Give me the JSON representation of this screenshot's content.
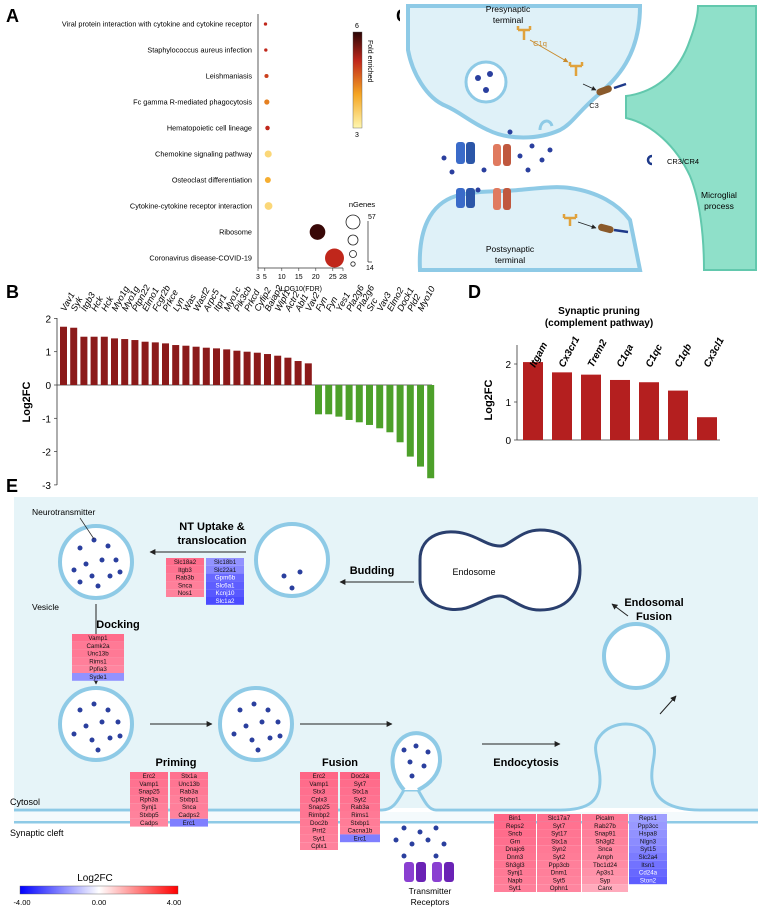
{
  "panels": {
    "a": "A",
    "b": "B",
    "c": "C",
    "d": "D",
    "e": "E"
  },
  "chart_data": [
    {
      "type": "scatter",
      "panel": "A",
      "categories": [
        "Viral protein interaction with cytokine and cytokine receptor",
        "Staphylococcus aureus infection",
        "Leishmaniasis",
        "Fc gamma R-mediated phagocytosis",
        "Hematopoietic cell lineage",
        "Chemokine signaling pathway",
        "Osteoclast differentiation",
        "Cytokine-cytokine receptor interaction",
        "Ribosome",
        "Coronavirus disease-COVID-19"
      ],
      "x": [
        5.2,
        5.3,
        5.5,
        5.6,
        5.8,
        6.0,
        5.9,
        6.1,
        20.5,
        25.5
      ],
      "fold": [
        5.0,
        5.0,
        4.8,
        4.3,
        5.0,
        3.4,
        3.9,
        3.4,
        5.9,
        5.0
      ],
      "size": [
        15,
        15,
        17,
        20,
        18,
        25,
        22,
        27,
        48,
        57
      ],
      "xlabel": "-LOG10(FDR)",
      "xticks": [
        3,
        5,
        10,
        15,
        20,
        25,
        28
      ],
      "xlim": [
        3,
        28
      ],
      "colorbar": {
        "title": "Fold enriched",
        "min": "3",
        "max": "6"
      },
      "size_legend": {
        "title": "nGenes",
        "max": "57",
        "min": "14"
      }
    },
    {
      "type": "bar",
      "panel": "B",
      "categories": [
        "Vav1",
        "Syk",
        "Itgb3",
        "Hck",
        "Hck",
        "Myo1g",
        "Myo1g",
        "Ptpn22",
        "Elmo1",
        "Fcgr2b",
        "Prkce",
        "Lyn",
        "Was",
        "Wasf2",
        "Arpc5",
        "Itpr1",
        "Myo1c",
        "Pik3cb",
        "Prkcd",
        "Cyfip2",
        "Baiap2",
        "Wipf1",
        "Actr2",
        "Abl1",
        "Vav2",
        "Fyn",
        "Fyn",
        "Yes1",
        "Pla2g6",
        "Pla2g6",
        "Src",
        "Vav3",
        "Elmo2",
        "Dock1",
        "Pld2",
        "Myo10"
      ],
      "values": [
        1.75,
        1.72,
        1.45,
        1.45,
        1.45,
        1.4,
        1.38,
        1.35,
        1.3,
        1.28,
        1.25,
        1.2,
        1.18,
        1.15,
        1.12,
        1.1,
        1.07,
        1.03,
        1.0,
        0.97,
        0.93,
        0.88,
        0.82,
        0.72,
        0.65,
        -0.88,
        -0.88,
        -0.95,
        -1.05,
        -1.12,
        -1.2,
        -1.3,
        -1.42,
        -1.72,
        -2.15,
        -2.45,
        -2.8
      ],
      "ylabel": "Log2FC",
      "yticks": [
        "2",
        "1",
        "0",
        "-1",
        "-2",
        "-3"
      ],
      "ylim": [
        -3,
        2
      ]
    },
    {
      "type": "bar",
      "panel": "D",
      "title": "Synaptic pruning\n(complement pathway)",
      "title_lines": [
        "Synaptic pruning",
        "(complement pathway)"
      ],
      "categories": [
        "Itgam",
        "Cx3cr1",
        "Trem2",
        "C1qa",
        "C1qc",
        "C1qb",
        "Cx3cl1"
      ],
      "values": [
        2.05,
        1.78,
        1.72,
        1.58,
        1.52,
        1.3,
        0.6
      ],
      "ylabel": "Log2FC",
      "yticks": [
        "2",
        "1",
        "0"
      ],
      "ylim": [
        0,
        2.5
      ]
    }
  ],
  "panel_c": {
    "presynaptic": [
      "Presynaptic",
      "terminal"
    ],
    "postsynaptic": [
      "Postsynaptic",
      "terminal"
    ],
    "microglial": [
      "Microglial",
      "process"
    ],
    "c1q": "C1q",
    "c3": "C3",
    "cr3": "CR3/CR4"
  },
  "panel_e": {
    "neurotransmitter": "Neurotransmitter",
    "vesicle": "Vesicle",
    "endosome": "Endosome",
    "cytosol": "Cytosol",
    "cleft": "Synaptic cleft",
    "receptors": [
      "Transmitter",
      "Receptors"
    ],
    "steps": {
      "uptake": [
        "NT Uptake &",
        "translocation"
      ],
      "budding": "Budding",
      "endosomal": [
        "Endosomal",
        "Fusion"
      ],
      "docking": "Docking",
      "priming": "Priming",
      "fusion": "Fusion",
      "endocytosis": "Endocytosis"
    },
    "legend": {
      "title": "Log2FC",
      "min": "-4.00",
      "mid": "0.00",
      "max": "4.00"
    },
    "gene_boxes": {
      "uptake_left": [
        "Slc18a2",
        "Itgb3",
        "Rab3b",
        "Snca",
        "Nos1"
      ],
      "uptake_right": [
        "Slc18b1",
        "Slc22a1",
        "Gpm6b",
        "Slc6a1",
        "Kcnj10",
        "Slc1a2"
      ],
      "docking": [
        "Vamp1",
        "Camk2a",
        "Unc13b",
        "Rims1",
        "Ppfia3",
        "Syde1"
      ],
      "priming_left": [
        "Erc2",
        "Vamp1",
        "Snap25",
        "Rph3a",
        "Synj1",
        "Stxbp5",
        "Cadps"
      ],
      "priming_right": [
        "Stx1a",
        "Unc13b",
        "Rab3a",
        "Stxbp1",
        "Snca",
        "Cadps2",
        "Erc1"
      ],
      "fusion_left": [
        "Erc2",
        "Vamp1",
        "Stx3",
        "Cplx3",
        "Snap25",
        "Rimbp2",
        "Doc2b",
        "Prrt2",
        "Syt1",
        "Cplx1"
      ],
      "fusion_right": [
        "Doc2a",
        "Syt7",
        "Stx1a",
        "Syt2",
        "Rab3a",
        "Rims1",
        "Stxbp1",
        "Cacna1b",
        "Erc1"
      ],
      "endo_1": [
        "Bin1",
        "Reps2",
        "Sncb",
        "Grn",
        "Dnajc6",
        "Dnm3",
        "Sh3gl3",
        "Synj1",
        "Napb",
        "Syt1"
      ],
      "endo_2": [
        "Slc17a7",
        "Syt7",
        "Syt17",
        "Stx1a",
        "Syn2",
        "Syt2",
        "Ppp3cb",
        "Dnm1",
        "Syt5",
        "Ophn1"
      ],
      "endo_3": [
        "Picalm",
        "Rab27b",
        "Snap91",
        "Sh3gl2",
        "Snca",
        "Amph",
        "Tbc1d24",
        "Ap3s1",
        "Syp",
        "Canx"
      ],
      "endo_4": [
        "Reps1",
        "Ppp3cc",
        "Hspa8",
        "Nlgn3",
        "Syt15",
        "Slc2a4",
        "Itsn1",
        "Cd24a",
        "Ston2"
      ]
    },
    "gene_values": {
      "uptake_left": [
        2.6,
        2.4,
        2.2,
        2.0,
        1.9
      ],
      "uptake_right": [
        -1.2,
        -1.5,
        -2.5,
        -2.8,
        -3.0,
        -3.4
      ],
      "docking": [
        2.6,
        2.2,
        2.2,
        2.0,
        1.8,
        -1.2
      ],
      "priming_left": [
        2.6,
        2.4,
        2.3,
        2.2,
        2.0,
        1.9,
        1.8
      ],
      "priming_right": [
        2.4,
        2.3,
        2.2,
        2.0,
        2.0,
        1.9,
        -1.8
      ],
      "fusion_left": [
        2.8,
        2.6,
        2.5,
        2.4,
        2.3,
        2.3,
        2.2,
        2.1,
        2.0,
        1.9
      ],
      "fusion_right": [
        2.8,
        2.6,
        2.5,
        2.4,
        2.3,
        2.2,
        2.1,
        2.0,
        -1.8
      ],
      "endo_1": [
        2.8,
        2.7,
        2.6,
        2.5,
        2.4,
        2.3,
        2.3,
        2.2,
        2.1,
        2.0
      ],
      "endo_2": [
        2.5,
        2.4,
        2.3,
        2.3,
        2.2,
        2.1,
        2.0,
        2.0,
        1.9,
        1.8
      ],
      "endo_3": [
        2.2,
        2.1,
        2.0,
        1.9,
        1.8,
        1.7,
        1.6,
        1.4,
        1.2,
        0.6
      ],
      "endo_4": [
        -0.8,
        -1.0,
        -1.2,
        -1.4,
        -1.6,
        -1.9,
        -2.2,
        -2.5,
        -2.8
      ]
    }
  }
}
